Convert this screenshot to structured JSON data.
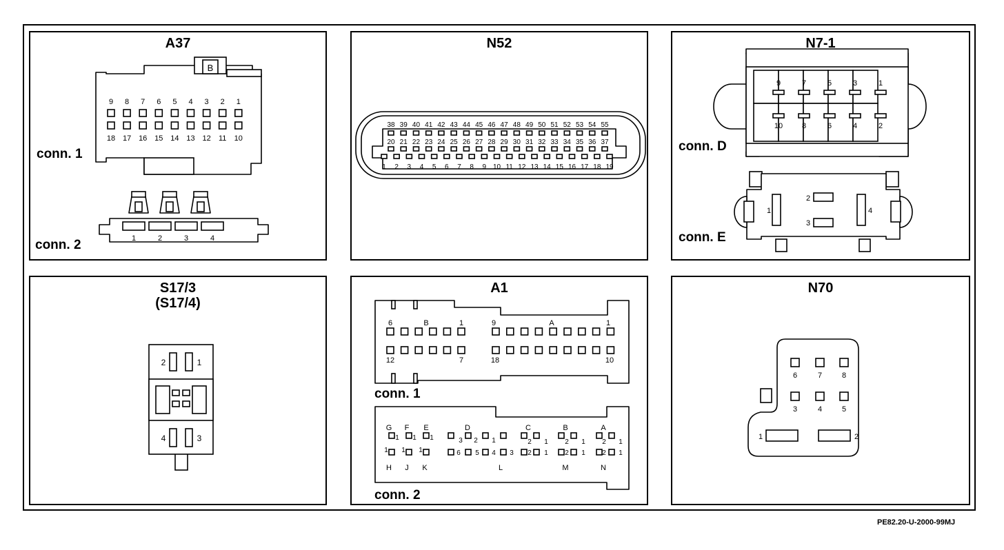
{
  "panels": [
    {
      "id": "a37",
      "title": "A37",
      "subtitle": "",
      "connectors": [
        {
          "label": "conn. 1",
          "top_pins": [
            "9",
            "8",
            "7",
            "6",
            "5",
            "4",
            "3",
            "2",
            "1"
          ],
          "bottom_pins": [
            "18",
            "17",
            "16",
            "15",
            "14",
            "13",
            "12",
            "11",
            "10"
          ],
          "marker": "B"
        },
        {
          "label": "conn. 2",
          "pins": [
            "1",
            "2",
            "3",
            "4"
          ]
        }
      ]
    },
    {
      "id": "n52",
      "title": "N52",
      "subtitle": "",
      "connectors": [
        {
          "label": "",
          "row1": [
            "38",
            "39",
            "40",
            "41",
            "42",
            "43",
            "44",
            "45",
            "46",
            "47",
            "48",
            "49",
            "50",
            "51",
            "52",
            "53",
            "54",
            "55"
          ],
          "row2": [
            "20",
            "21",
            "22",
            "23",
            "24",
            "25",
            "26",
            "27",
            "28",
            "29",
            "30",
            "31",
            "32",
            "33",
            "34",
            "35",
            "36",
            "37"
          ],
          "row3": [
            "1",
            "2",
            "3",
            "4",
            "5",
            "6",
            "7",
            "8",
            "9",
            "10",
            "11",
            "12",
            "13",
            "14",
            "15",
            "16",
            "17",
            "18",
            "19"
          ]
        }
      ]
    },
    {
      "id": "n7_1",
      "title": "N7-1",
      "subtitle": "",
      "connectors": [
        {
          "label": "conn. D",
          "top_pins": [
            "9",
            "7",
            "5",
            "3",
            "1"
          ],
          "bottom_pins": [
            "10",
            "8",
            "6",
            "4",
            "2"
          ]
        },
        {
          "label": "conn. E",
          "pins": [
            "1",
            "2",
            "3",
            "4"
          ]
        }
      ]
    },
    {
      "id": "s17_3",
      "title": "S17/3",
      "subtitle": "(S17/4)",
      "connectors": [
        {
          "label": "",
          "pins": [
            "2",
            "1",
            "4",
            "3"
          ]
        }
      ]
    },
    {
      "id": "a1",
      "title": "A1",
      "subtitle": "",
      "connectors": [
        {
          "label": "conn. 1",
          "top_labels": [
            "6",
            "B",
            "1",
            "9",
            "A",
            "1"
          ],
          "bottom_labels": [
            "12",
            "7",
            "18",
            "10"
          ]
        },
        {
          "label": "conn. 2",
          "group_top_letters": [
            "G",
            "F",
            "E",
            "D",
            "C",
            "B",
            "A"
          ],
          "group_bottom_letters": [
            "H",
            "J",
            "K",
            "L",
            "M",
            "N"
          ],
          "pin_numbers": [
            "1",
            "1",
            "1",
            "3",
            "2",
            "1",
            "2",
            "1",
            "2",
            "1",
            "2",
            "1",
            "1",
            "1",
            "1",
            "6",
            "5",
            "4",
            "3",
            "2",
            "1",
            "2",
            "1",
            "2",
            "1"
          ]
        }
      ]
    },
    {
      "id": "n70",
      "title": "N70",
      "subtitle": "",
      "connectors": [
        {
          "label": "",
          "pins": [
            "6",
            "7",
            "8",
            "3",
            "4",
            "5",
            "1",
            "2"
          ]
        }
      ]
    }
  ],
  "footer_code": "PE82.20-U-2000-99MJ"
}
